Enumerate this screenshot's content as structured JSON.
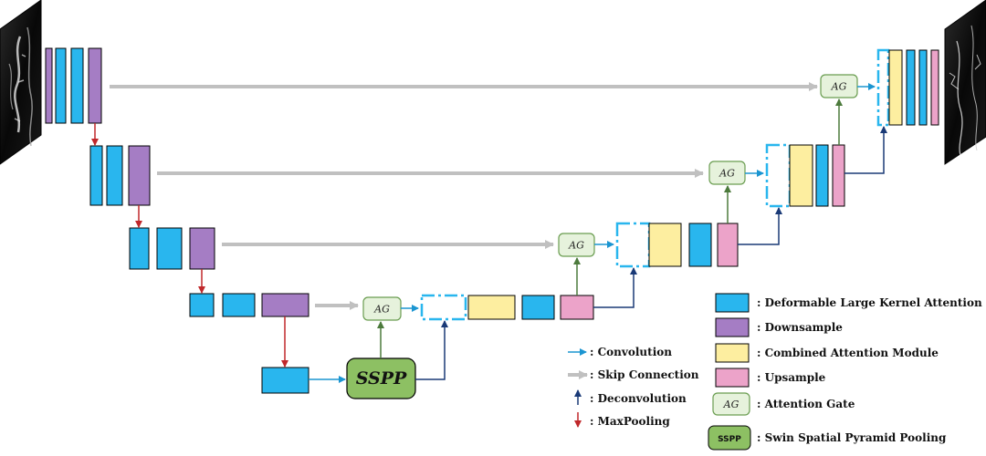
{
  "colors": {
    "dlka": "#29b6ee",
    "downsample": "#a57dc4",
    "cam": "#fdeea0",
    "upsample": "#eca3c9",
    "ag_fill": "#e6f2dc",
    "ag_stroke": "#6a9d50",
    "sspp_fill": "#8dc063",
    "conv_arrow": "#1b95d1",
    "skip_arrow": "#c0c0c0",
    "deconv_arrow": "#1a3a77",
    "pool_arrow": "#c0282b",
    "ag_arrow": "#4c7a3c",
    "concat_outline": "#29b6ee"
  },
  "diagram": {
    "ag_label": "AG",
    "sspp_label": "SSPP"
  },
  "legend_arrows": [
    {
      "id": "convolution",
      "label": ": Convolution"
    },
    {
      "id": "skip",
      "label": ": Skip Connection"
    },
    {
      "id": "deconvolution",
      "label": ": Deconvolution"
    },
    {
      "id": "maxpooling",
      "label": ": MaxPooling"
    }
  ],
  "legend_blocks": [
    {
      "id": "dlka",
      "label": ": Deformable Large Kernel Attention"
    },
    {
      "id": "downsample",
      "label": ": Downsample"
    },
    {
      "id": "cam",
      "label": ": Combined Attention Module"
    },
    {
      "id": "upsample",
      "label": ": Upsample"
    },
    {
      "id": "ag",
      "label": ": Attention Gate",
      "symbol": "AG"
    },
    {
      "id": "sspp",
      "label": ": Swin Spatial Pyramid Pooling",
      "symbol": "SSPP"
    }
  ]
}
